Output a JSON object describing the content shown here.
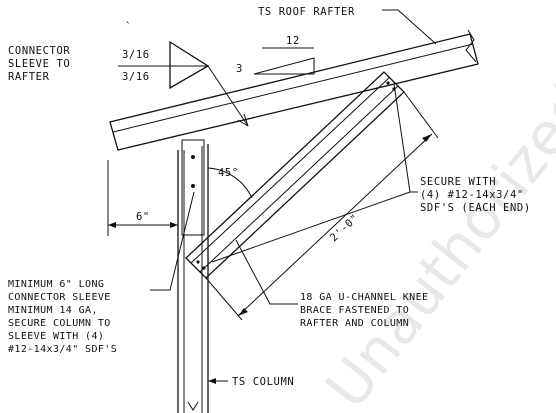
{
  "labels": {
    "rafter": "TS ROOF RAFTER",
    "slope_rise": "3",
    "slope_run": "12",
    "weld_top": "3/16",
    "weld_bottom": "3/16",
    "connector_line1": "CONNECTOR",
    "connector_line2": "SLEEVE TO",
    "connector_line3": "RAFTER",
    "secure_line1": "SECURE WITH",
    "secure_line2": "(4) #12-14x3/4\"",
    "secure_line3": "SDF'S (EACH END)",
    "angle": "45°",
    "offset": "6\"",
    "length": "2'-0\"",
    "sleeve_line1": "MINIMUM 6\" LONG",
    "sleeve_line2": "CONNECTOR SLEEVE",
    "sleeve_line3": "MINIMUM 14 GA,",
    "sleeve_line4": "SECURE COLUMN TO",
    "sleeve_line5": "SLEEVE WITH (4)",
    "sleeve_line6": "#12-14x3/4\" SDF'S",
    "brace_line1": "18 GA U-CHANNEL KNEE",
    "brace_line2": "BRACE FASTENED TO",
    "brace_line3": "RAFTER AND COLUMN",
    "column": "TS COLUMN",
    "watermark": "Unauthorized"
  }
}
